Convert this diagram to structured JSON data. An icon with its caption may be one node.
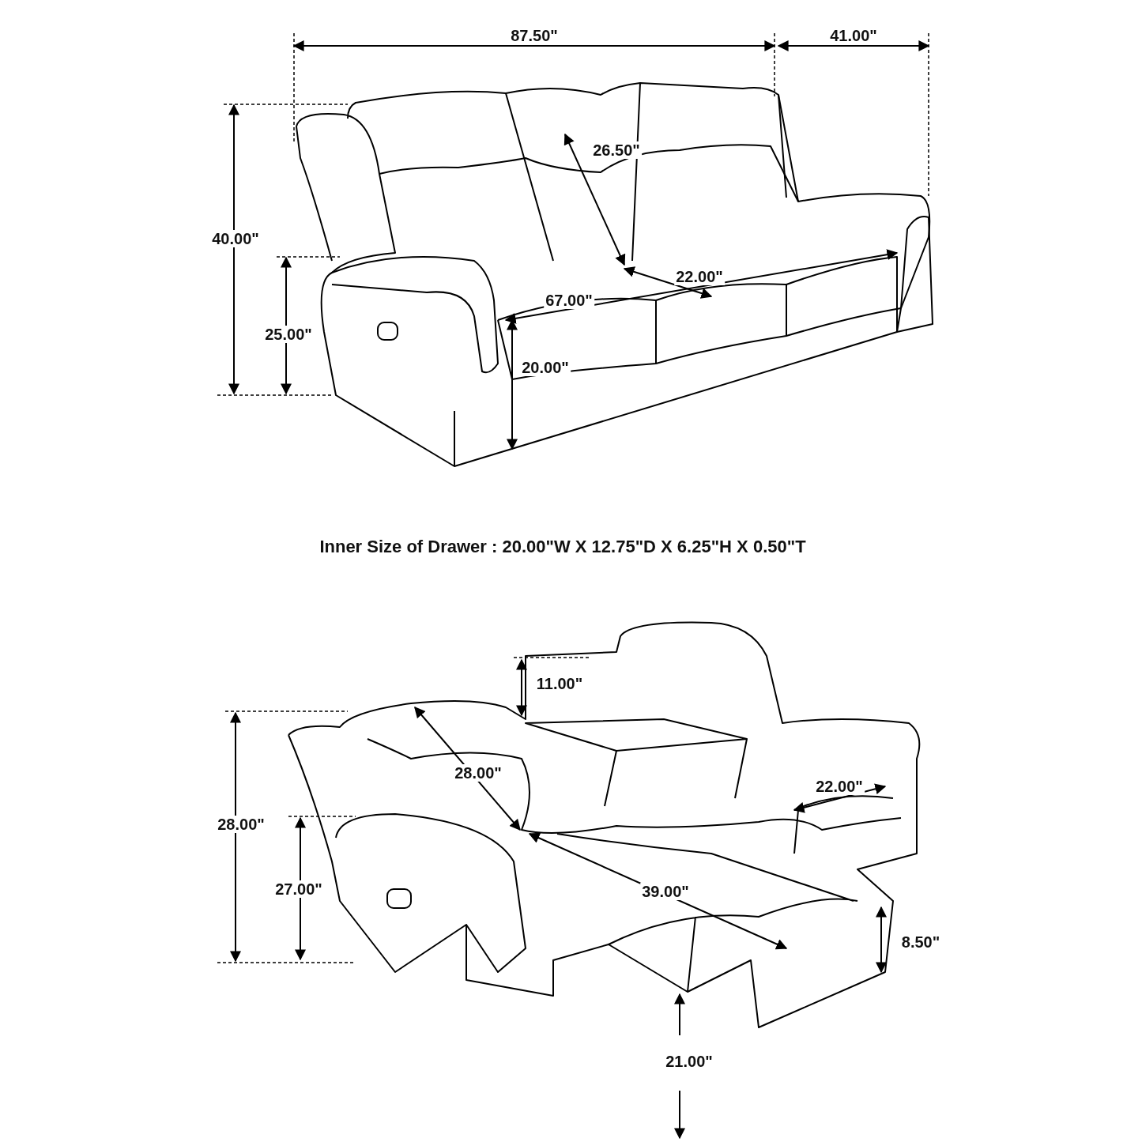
{
  "diagram": {
    "labels": [
      "87.50\"",
      "41.00\"",
      "26.50\"",
      "40.00\"",
      "25.00\"",
      "22.00\"",
      "67.00\"",
      "20.00\"",
      "Inner Size of Drawer : 20.00\"W X 12.75\"D X 6.25\"H X 0.50\"T",
      "11.00\"",
      "28.00\"",
      "28.00\"",
      "22.00\"",
      "27.00\"",
      "39.00\"",
      "8.50\"",
      "21.00\""
    ]
  }
}
